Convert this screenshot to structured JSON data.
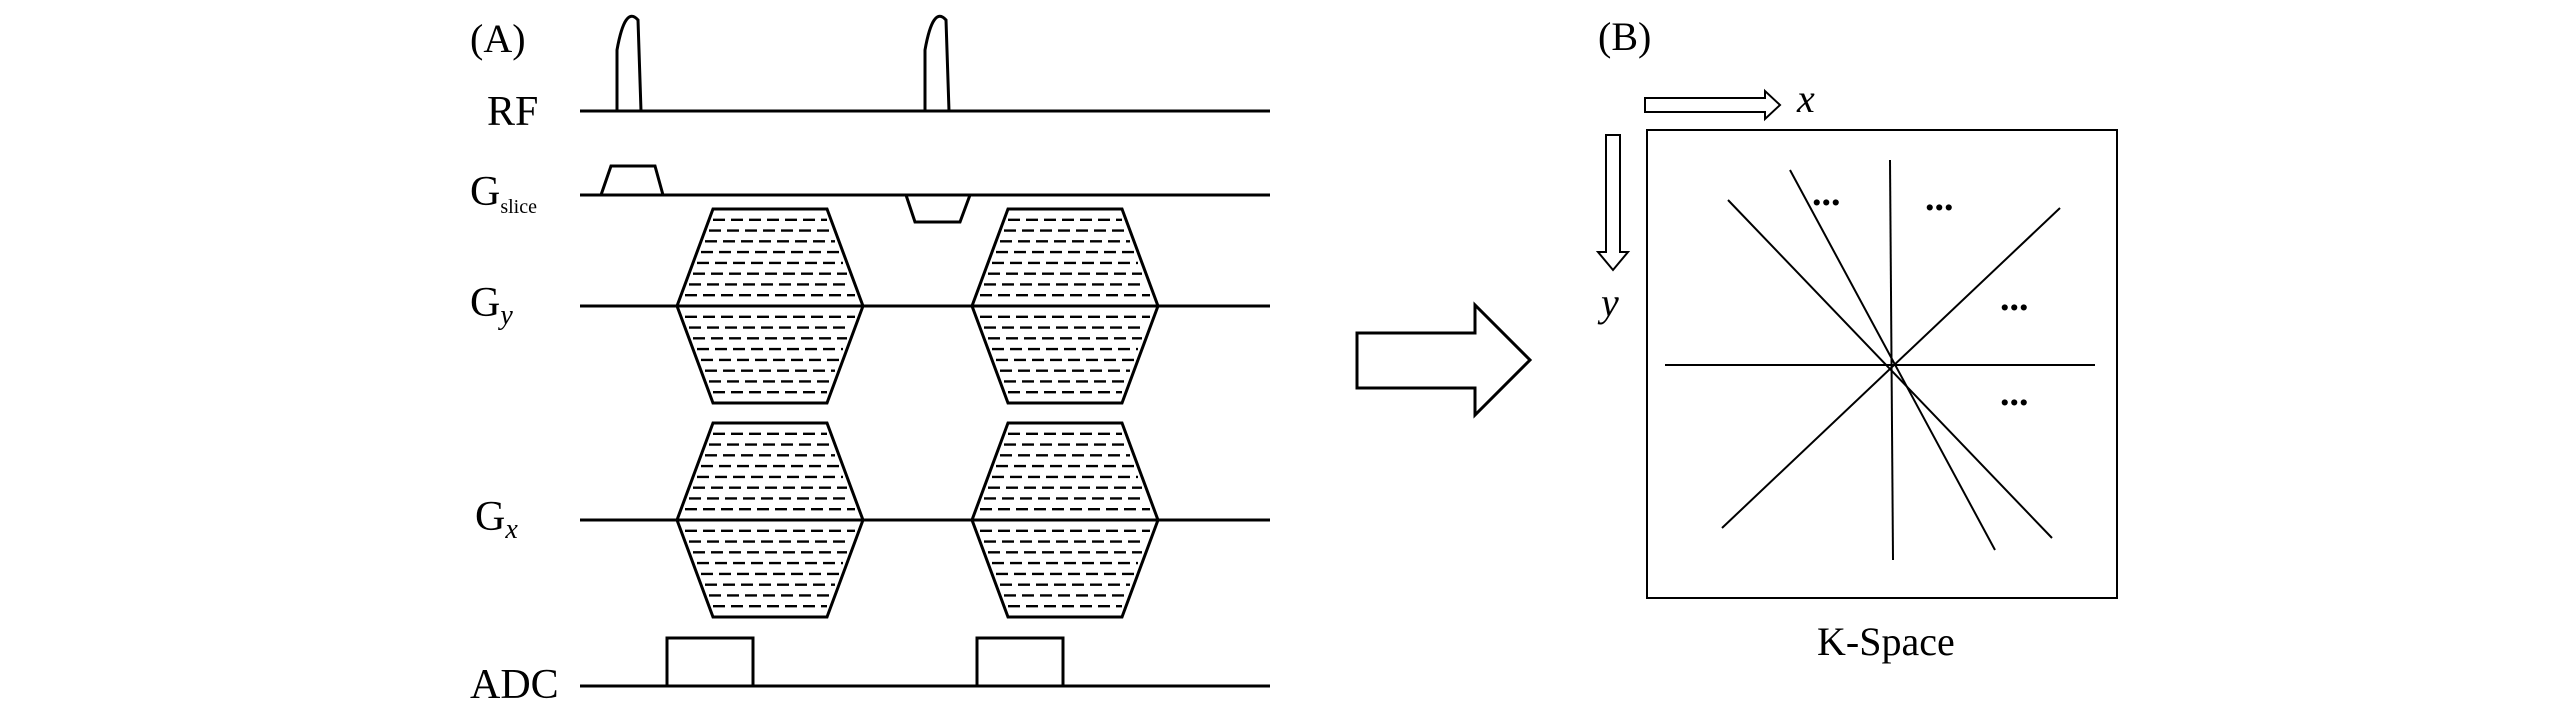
{
  "panel_a": {
    "label": "(A)",
    "rows": {
      "rf": {
        "label": "RF"
      },
      "gslice": {
        "label": "G",
        "subscript": "slice"
      },
      "gy": {
        "label": "G",
        "subscript": "y"
      },
      "gx": {
        "label": "G",
        "subscript": "x"
      },
      "adc": {
        "label": "ADC"
      }
    }
  },
  "panel_b": {
    "label": "(B)",
    "x_axis_label": "x",
    "y_axis_label": "y",
    "caption": "K-Space",
    "ellipsis": [
      "...",
      "...",
      "...",
      "..."
    ],
    "radial_spoke_count": 5
  }
}
